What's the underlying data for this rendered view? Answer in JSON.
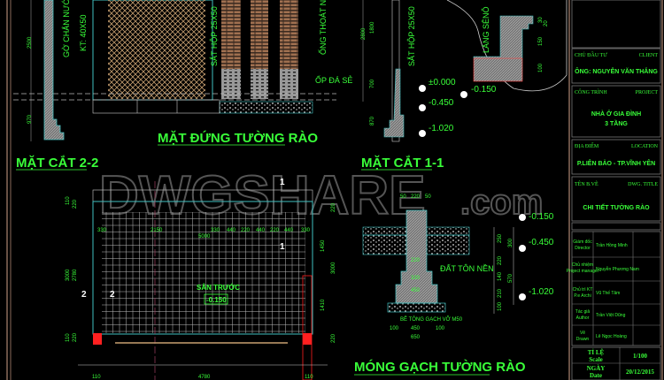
{
  "colors": {
    "text": "#39ff39",
    "outline": "#40c0c0",
    "lattice": "#c8a070",
    "border": "#8a6a5a",
    "red": "#ff2020",
    "watermark": "#555555"
  },
  "watermark": {
    "text": "DWGSHARE",
    "suffix": ".com"
  },
  "elevation": {
    "title": "MẶT ĐỨNG TƯỜNG RÀO",
    "labels": {
      "drip": "GỜ CHẮN NƯỚC",
      "drip_size": "KT: 40X50",
      "steel": "SẮT HỘP 25X50",
      "pipe": "ỐNG THOÁT NƯỚC",
      "stone": "ỐP ĐÁ SẺ"
    },
    "dims": [
      "2500",
      "970"
    ]
  },
  "section_22": {
    "title": "MẶT CẮT 2-2"
  },
  "section_11": {
    "title": "MẶT CẮT 1-1",
    "steel": "SẮT HỘP 25X50",
    "dims": [
      "2800",
      "1800",
      "700",
      "870"
    ],
    "levels": [
      "±0.000",
      "-0.450",
      "-1.020",
      "-0.150"
    ],
    "detail": {
      "label": "LÁNG SÊNÔ",
      "dims": [
        "30",
        "20",
        "150",
        "100"
      ]
    }
  },
  "plan": {
    "area_label": "SÂN TRƯỚC",
    "area_level": "-0.150",
    "top_dims": [
      "330",
      "2150",
      "330",
      "440",
      "220",
      "440",
      "220",
      "440",
      "330"
    ],
    "total_width": "5000",
    "left_dims": [
      "110",
      "220",
      "3000",
      "2780",
      "110",
      "220"
    ],
    "right_dims": [
      "220",
      "1450",
      "3000",
      "1410",
      "220"
    ],
    "bottom_dims": [
      "110",
      "4780",
      "110"
    ],
    "section_marks": [
      "1",
      "1",
      "2",
      "2"
    ]
  },
  "footing": {
    "title": "MÓNG GẠCH TƯỜNG RÀO",
    "top_dims": [
      "50",
      "220",
      "50"
    ],
    "widths": [
      "220",
      "330",
      "450"
    ],
    "fill_label": "ĐẤT TÔN NỀN",
    "base_label": "BÊ TÔNG GẠCH VỠ M50",
    "base_dims": [
      "100",
      "450",
      "100",
      "650"
    ],
    "right_dims": [
      "250",
      "220",
      "140",
      "210",
      "100",
      "300",
      "570"
    ],
    "levels": [
      "-0.150",
      "-0.450",
      "-1.020"
    ]
  },
  "title_block": {
    "client": {
      "label_vi": "CHỦ ĐẦU TƯ",
      "label_en": "CLIENT",
      "value": "ÔNG: NGUYỄN VĂN THẮNG"
    },
    "project": {
      "label_vi": "CÔNG TRÌNH",
      "label_en": "PROJECT",
      "value": "NHÀ Ở GIA ĐÌNH",
      "value2": "3 TẦNG"
    },
    "location": {
      "label_vi": "ĐỊA ĐIỂM",
      "label_en": "LOCATION",
      "value": "P.LIÊN BẢO - TP.VĨNH YÊN"
    },
    "dwg_title": {
      "label_vi": "TÊN B.VẼ",
      "label_en": "DWG. TITLE",
      "value": "CHI TIẾT TƯỜNG RÀO"
    },
    "people": [
      {
        "role_vi": "Giám đốc",
        "role_en": "Director",
        "name": "Trần Hồng Minh"
      },
      {
        "role_vi": "Chủ nhiệm",
        "role_en": "Project manager",
        "name": "Nguyễn Phương Nam"
      },
      {
        "role_vi": "Chủ trì KT",
        "role_en": "P.e Archi",
        "name": "Vũ Thế Tâm"
      },
      {
        "role_vi": "Tác giả",
        "role_en": "Author",
        "name": "Trần Việt Dũng"
      },
      {
        "role_vi": "Vẽ",
        "role_en": "Drawn",
        "name": "Lê Ngọc Hoàng"
      }
    ],
    "scale": {
      "label_vi": "TỈ LỆ",
      "label_en": "Scale",
      "value": "1/100"
    },
    "date": {
      "label_vi": "NGÀY",
      "label_en": "Date",
      "value": "20/12/2015"
    }
  }
}
